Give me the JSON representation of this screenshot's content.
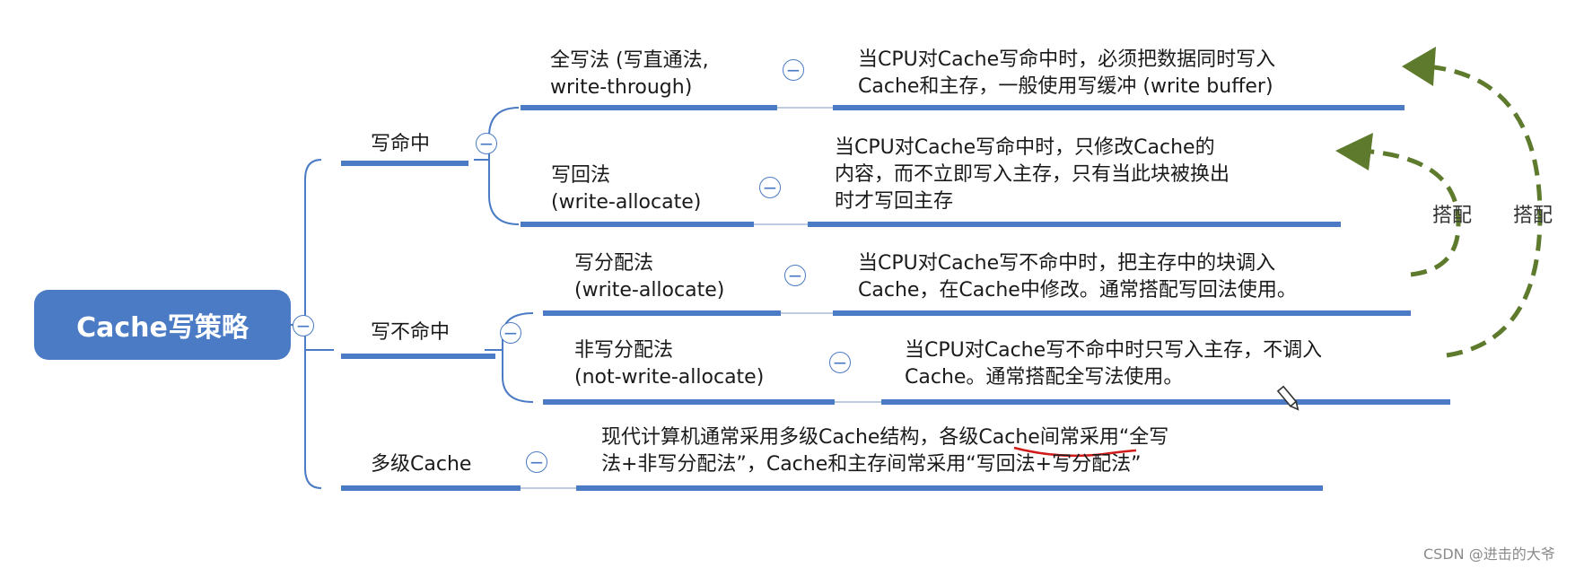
{
  "root": {
    "label": "Cache写策略"
  },
  "branches": {
    "hit": {
      "label": "写命中",
      "children": [
        {
          "label_lines": [
            "全写法 (写直通法,",
            "write-through)"
          ],
          "desc_lines": [
            "当CPU对Cache写命中时，必须把数据同时写入",
            "Cache和主存，一般使用写缓冲 (write buffer)"
          ]
        },
        {
          "label_lines": [
            "写回法",
            "(write-allocate)"
          ],
          "desc_lines": [
            "当CPU对Cache写命中时，只修改Cache的",
            "内容，而不立即写入主存，只有当此块被换出",
            "时才写回主存"
          ]
        }
      ]
    },
    "miss": {
      "label": "写不命中",
      "children": [
        {
          "label_lines": [
            "写分配法",
            "(write-allocate)"
          ],
          "desc_lines": [
            "当CPU对Cache写不命中时，把主存中的块调入",
            "Cache，在Cache中修改。通常搭配写回法使用。"
          ]
        },
        {
          "label_lines": [
            "非写分配法",
            "(not-write-allocate)"
          ],
          "desc_lines": [
            "当CPU对Cache写不命中时只写入主存，不调入",
            "Cache。通常搭配全写法使用。"
          ]
        }
      ]
    },
    "multi": {
      "label": "多级Cache",
      "desc_lines": [
        "现代计算机通常采用多级Cache结构，各级Cache间常采用“全写",
        "法+非写分配法”，Cache和主存间常采用“写回法+写分配法”"
      ]
    }
  },
  "arrows": {
    "inner_label": "搭配",
    "outer_label": "搭配"
  },
  "collapse_symbol": "−",
  "watermark": "CSDN @进击的大爷",
  "colors": {
    "accent": "#4a7bc4",
    "arrow": "#5e7a2c",
    "underline": "#d11a1a"
  }
}
